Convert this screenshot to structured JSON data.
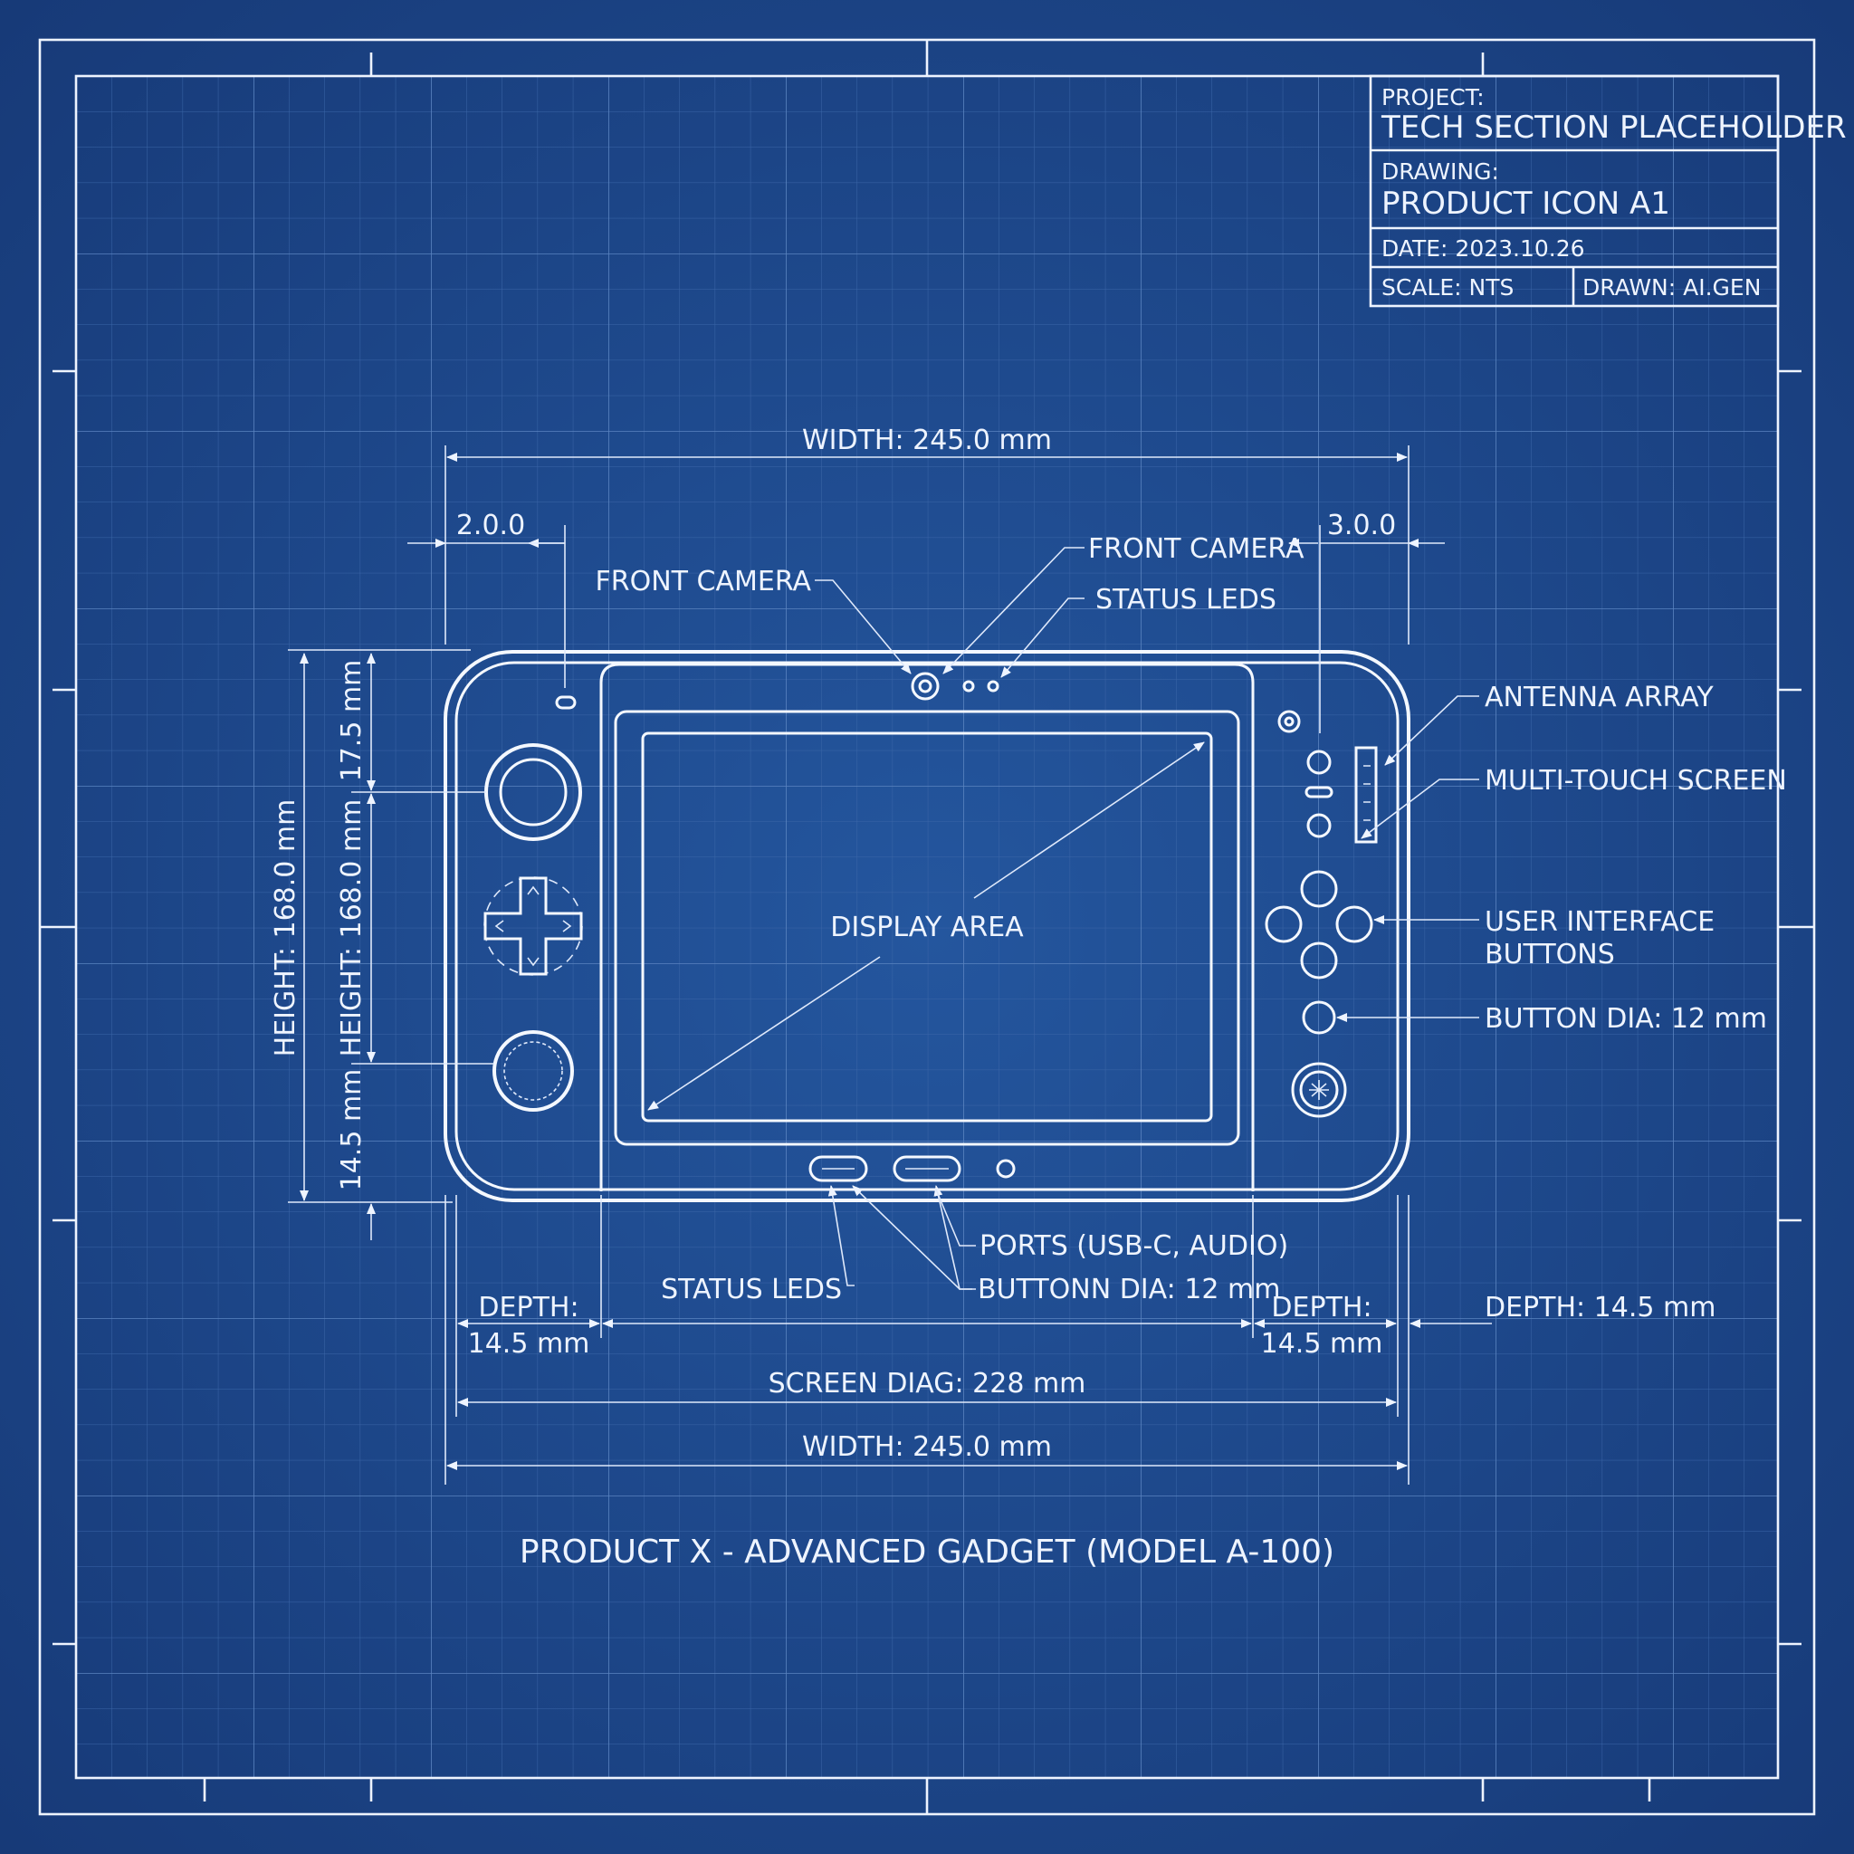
{
  "title_block": {
    "project_label": "PROJECT:",
    "project_value": "TECH SECTION PLACEHOLDER",
    "drawing_label": "DRAWING:",
    "drawing_value": "PRODUCT ICON A1",
    "date": "DATE: 2023.10.26",
    "scale": "SCALE: NTS",
    "drawn": "DRAWN: AI.GEN"
  },
  "dimensions": {
    "width_top": "WIDTH: 245.0 mm",
    "width_bottom": "WIDTH: 245.0 mm",
    "left_offset": "2.0.0",
    "right_offset": "3.0.0",
    "height_outer": "HEIGHT: 168.0 mm",
    "height_inner": "HEIGHT: 168.0 mm",
    "top_offset": "17.5 mm",
    "bottom_offset": "14.5 mm",
    "depth_left_label": "DEPTH:",
    "depth_left_value": "14.5 mm",
    "depth_right_label": "DEPTH:",
    "depth_right_value": "14.5 mm",
    "depth_side": "DEPTH: 14.5 mm",
    "screen_diag": "SCREEN DIAG: 228 mm"
  },
  "callouts": {
    "front_camera_left": "FRONT CAMERA",
    "front_camera_right": "FRONT CAMERA",
    "status_leds_top": "STATUS LEDS",
    "antenna_array": "ANTENNA ARRAY",
    "multi_touch_screen": "MULTI-TOUCH SCREEN",
    "ui_buttons_line1": "USER INTERFACE",
    "ui_buttons_line2": "BUTTONS",
    "button_dia": "BUTTON DIA: 12 mm",
    "display_area": "DISPLAY AREA",
    "status_leds_bottom": "STATUS LEDS",
    "ports": "PORTS (USB-C, AUDIO)",
    "buttonn_dia": "BUTTONN DIA: 12 mm"
  },
  "drawing_title": "PRODUCT X - ADVANCED GADGET (MODEL A-100)",
  "colors": {
    "background": "#1a4283",
    "line": "#eef4ff",
    "grid_minor": "#2f5a9c",
    "grid_major": "#4a74b4"
  },
  "icons": [
    "analog-stick-icon",
    "dpad-icon",
    "face-button-icon",
    "home-button-icon",
    "camera-icon"
  ]
}
